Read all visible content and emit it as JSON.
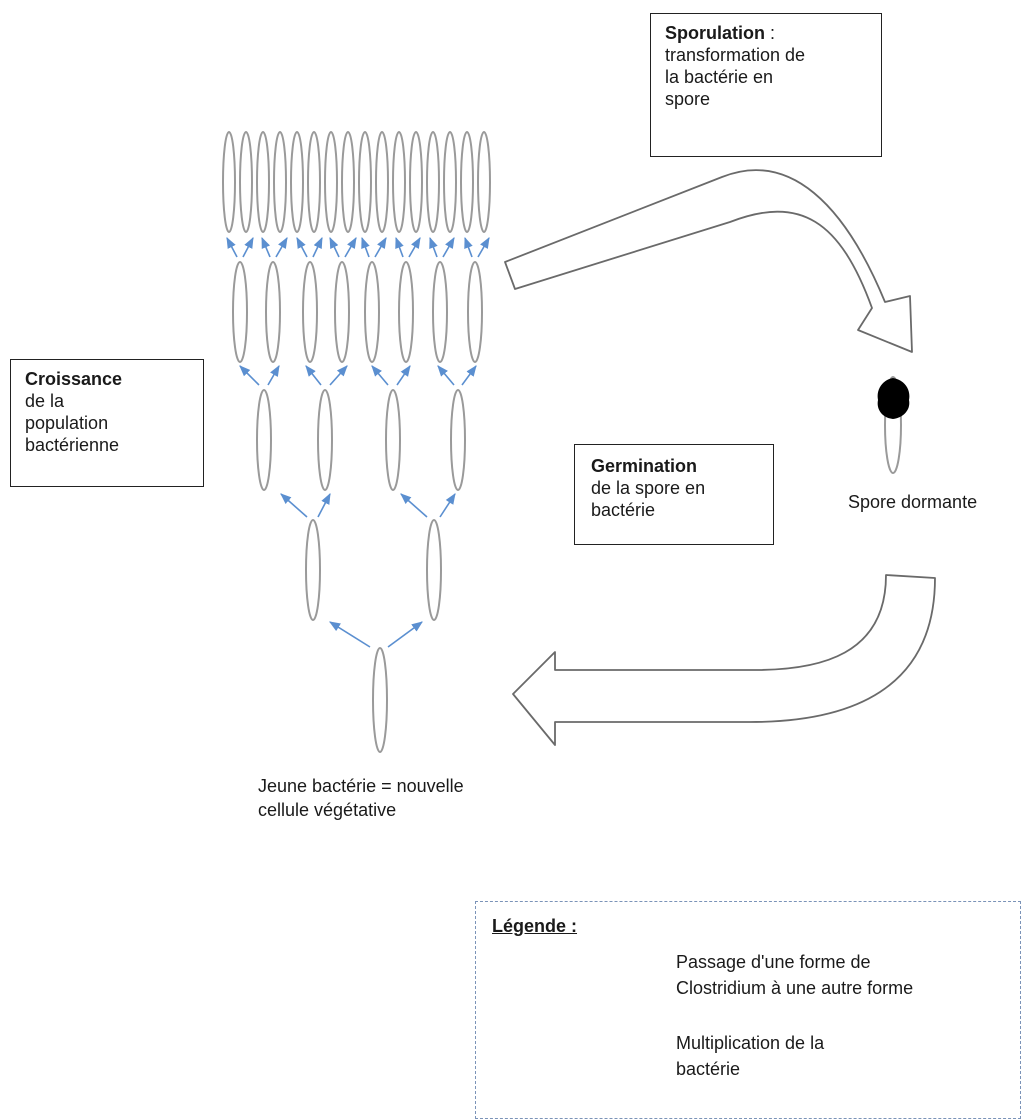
{
  "boxes": {
    "sporulation": {
      "title": "Sporulation",
      "title_suffix": " :",
      "lines": [
        "transformation de",
        "la bactérie en",
        "spore"
      ]
    },
    "croissance": {
      "title": "Croissance",
      "lines": [
        "de la",
        "population",
        "bactérienne"
      ]
    },
    "germination": {
      "title": "Germination",
      "lines": [
        "de la spore en",
        "bactérie"
      ]
    }
  },
  "labels": {
    "spore": "Spore dormante",
    "young_line1": "Jeune bactérie = nouvelle",
    "young_line2": "cellule végétative"
  },
  "legend": {
    "title": "Légende :",
    "transition_line1": "Passage d'une forme de",
    "transition_line2": "Clostridium à une autre forme",
    "multiplication_line1": "Multiplication de la",
    "multiplication_line2": "bactérie"
  },
  "colors": {
    "cell_outline": "#9a9a9a",
    "division_arrow": "#5b8fd0",
    "spore_fill": "#000000",
    "legend_border": "#7b93b8"
  },
  "icons": {
    "transition": "curved-block-arrow-icon",
    "division": "thin-arrow-icon",
    "spore": "spore-icon"
  }
}
